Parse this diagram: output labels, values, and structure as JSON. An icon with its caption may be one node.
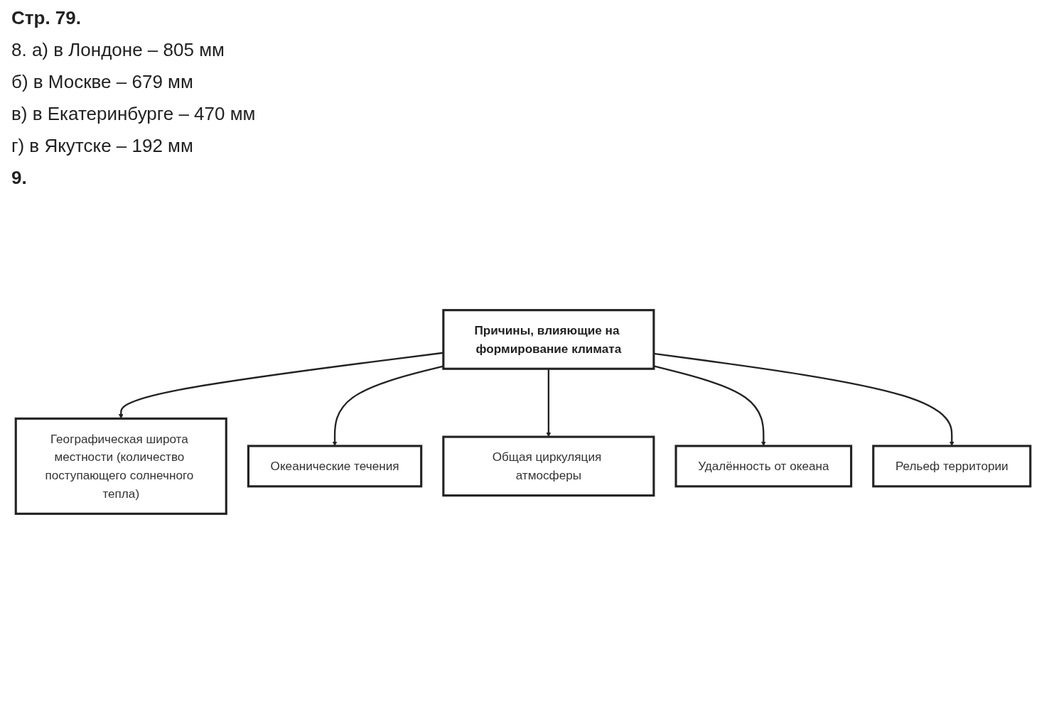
{
  "diagram": {
    "nodes": [
      {
        "text": [
          "Географическая широта местности (количество поступающего солнечного тепла)"
        ]
      },
      {
        "text": [
          "Причины, влияющие на формирование климата"
        ]
      },
      {
        "text": [
          "Океанические течения"
        ]
      },
      {
        "text": [
          "Общая циркуляция атмосферы"
        ]
      },
      {
        "text": [
          "Удалённость от океана"
        ]
      },
      {
        "text": [
          "Рельеф территории"
        ]
      }
    ],
    "edges": [
      {
        "from": 1,
        "to": 0,
        "arrow": "to"
      },
      {
        "from": 1,
        "to": 2,
        "arrow": "to"
      },
      {
        "from": 1,
        "to": 3,
        "arrow": "to"
      },
      {
        "from": 1,
        "to": 4,
        "arrow": "to"
      },
      {
        "from": 1,
        "to": 5,
        "arrow": "to"
      }
    ],
    "labels": [
      "Стр. 79.",
      "8. а) в Лондоне – 805 мм",
      "б) в Москве – 679 мм",
      "в) в Екатеринбурге – 470 мм",
      "г) в Якутске – 192 мм",
      "9."
    ]
  }
}
